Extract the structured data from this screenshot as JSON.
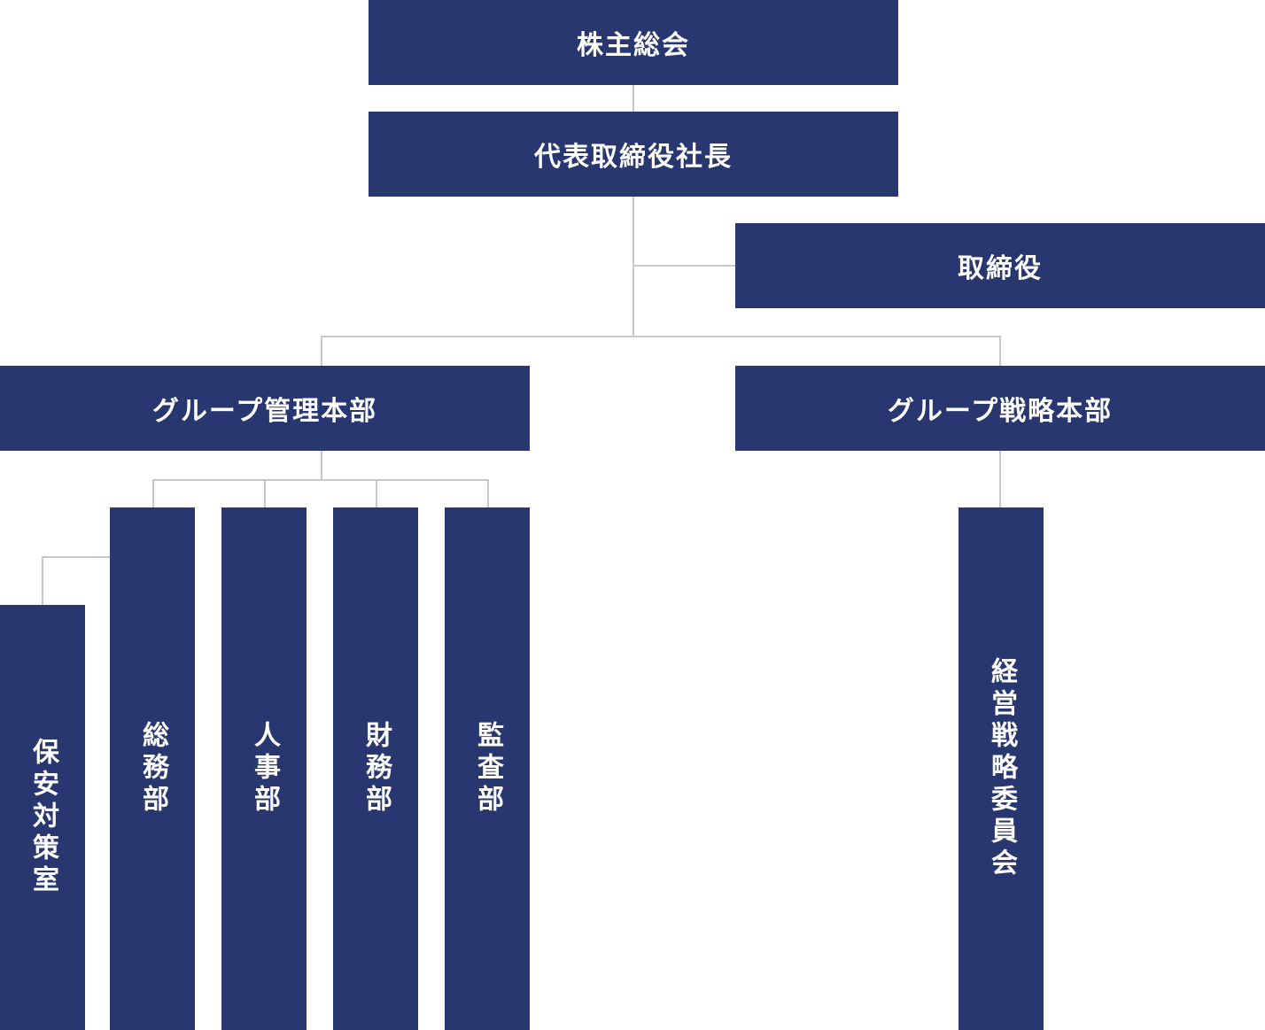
{
  "colors": {
    "box_fill": "#28376f",
    "box_text": "#ffffff",
    "connector": "#c8c8c8"
  },
  "org": {
    "shareholders_meeting": "株主総会",
    "president": "代表取締役社長",
    "directors": "取締役",
    "group_admin_hq": "グループ管理本部",
    "group_strategy_hq": "グループ戦略本部",
    "security_office": "保安対策室",
    "general_affairs": "総務部",
    "human_resources": "人事部",
    "finance": "財務部",
    "audit": "監査部",
    "strategy_committee": "経営戦略委員会"
  }
}
